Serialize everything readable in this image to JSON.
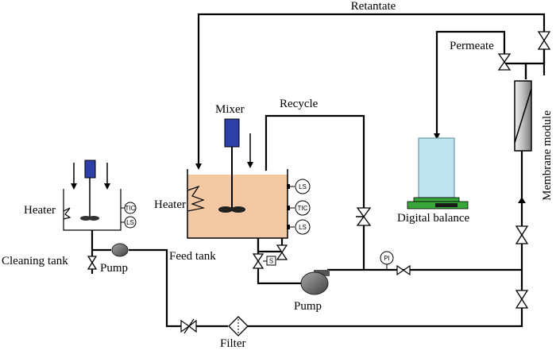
{
  "labels": {
    "retentate": "Retantate",
    "permeate": "Permeate",
    "mixer": "Mixer",
    "recycle": "Recycle",
    "heater_main": "Heater",
    "heater_small": "Heater",
    "cleaning_tank": "Cleaning tank",
    "pump_small": "Pump",
    "feed_tank": "Feed tank",
    "pump_main": "Pump",
    "digital_balance": "Digital balance",
    "membrane_module": "Membrane module",
    "filter": "Filter"
  },
  "instruments": {
    "ls": "LS",
    "tic": "TIC",
    "pi": "PI",
    "s": "S"
  },
  "colors": {
    "feed_liquid": "#f3c9a3",
    "motor": "#2e3fa8",
    "permeate_liquid": "#bfe3ef",
    "balance_green": "#3aa63a",
    "pump": "#707070",
    "membrane": "#d0d0d0"
  }
}
